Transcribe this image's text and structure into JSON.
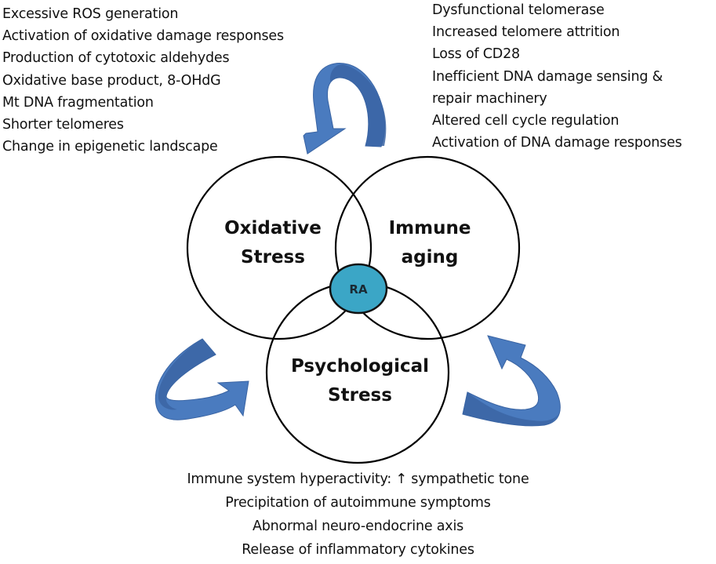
{
  "colors": {
    "arrow_fill": "#4a7bbf",
    "arrow_dark": "#3a64a3",
    "circle_stroke": "#000000",
    "ra_fill": "#3ba6c6"
  },
  "circles": {
    "oxidative": {
      "line1": "Oxidative",
      "line2": "Stress"
    },
    "immune": {
      "line1": "Immune",
      "line2": "aging"
    },
    "psychological": {
      "line1": "Psychological",
      "line2": "Stress"
    },
    "center": {
      "label": "RA"
    }
  },
  "oxidative_stress_items": [
    "Excessive ROS generation",
    "Activation of oxidative damage responses",
    "Production of cytotoxic aldehydes",
    "Oxidative base product, 8-OHdG",
    "Mt DNA fragmentation",
    "Shorter telomeres",
    "Change in epigenetic landscape"
  ],
  "immune_aging_items": [
    "Dysfunctional telomerase",
    "Increased telomere attrition",
    "Loss of CD28",
    "Inefficient DNA damage sensing &",
    "repair machinery",
    "Altered cell cycle regulation",
    "Activation of DNA damage responses"
  ],
  "psychological_stress_items": [
    "Immune system hyperactivity: ↑ sympathetic tone",
    "Precipitation of autoimmune symptoms",
    "Abnormal neuro-endocrine axis",
    "Release of inflammatory cytokines"
  ],
  "arrows": [
    {
      "name": "top-arrow",
      "direction": "from immune aging to oxidative stress"
    },
    {
      "name": "left-arrow",
      "direction": "from oxidative stress to psychological stress"
    },
    {
      "name": "right-arrow",
      "direction": "from psychological stress to immune aging"
    }
  ]
}
